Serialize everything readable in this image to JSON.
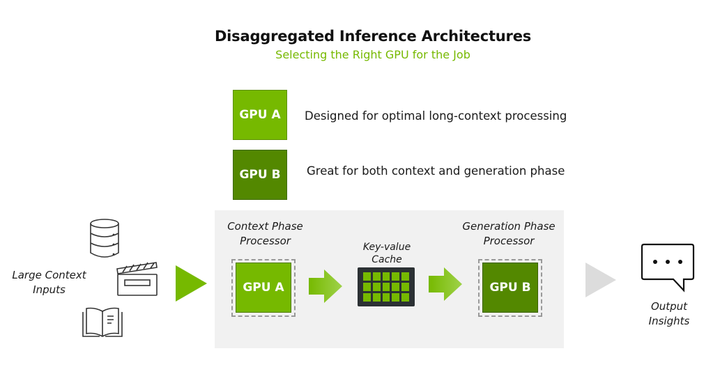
{
  "header": {
    "title": "Disaggregated Inference Architectures",
    "subtitle": "Selecting the Right GPU for the Job"
  },
  "legend": [
    {
      "label": "GPU A",
      "description": "Designed for optimal long-context processing",
      "color": "#76b900"
    },
    {
      "label": "GPU B",
      "description": "Great for both context and generation phase",
      "color": "#538800"
    }
  ],
  "inputs": {
    "label": "Large Context Inputs",
    "icons": [
      "database-icon",
      "clapperboard-icon",
      "book-icon"
    ]
  },
  "pipeline": {
    "context_phase": {
      "label": "Context Phase Processor",
      "gpu": "GPU A"
    },
    "kv_cache": {
      "label": "Key-value Cache",
      "rows": 3,
      "cols": 5
    },
    "generation_phase": {
      "label": "Generation Phase Processor",
      "gpu": "GPU B"
    }
  },
  "output": {
    "label": "Output Insights",
    "icon": "chat-bubble-ellipsis-icon"
  },
  "colors": {
    "brand_green": "#76b900",
    "dark_green": "#538800",
    "panel_gray": "#f1f1f1",
    "kv_dark": "#2c3134"
  }
}
